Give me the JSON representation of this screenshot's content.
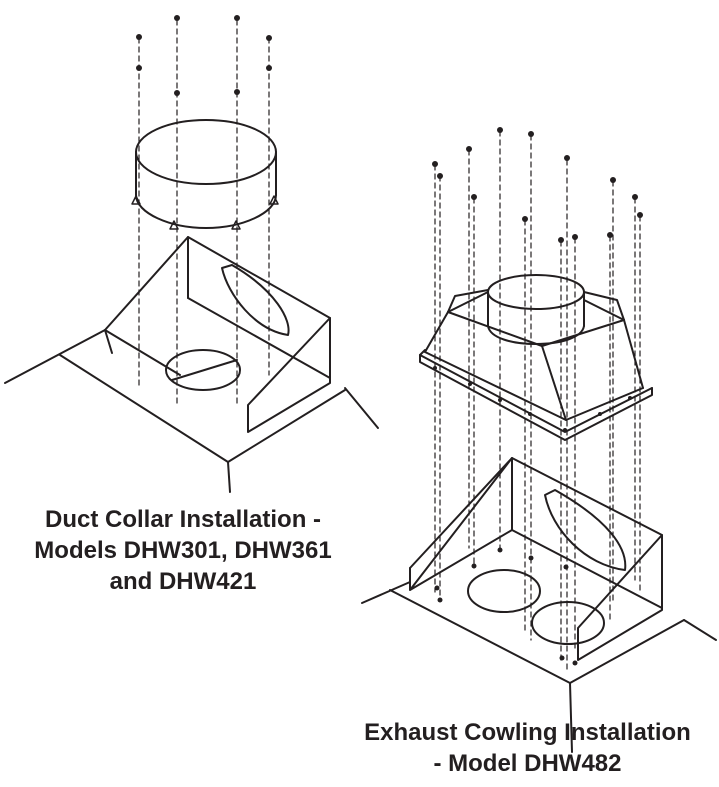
{
  "captions": {
    "left": {
      "line1": "Duct Collar Installation -",
      "line2": "Models DHW301, DHW361",
      "line3": "and DHW421"
    },
    "right": {
      "line1": "Exhaust Cowling Installation",
      "line2": "- Model DHW482"
    }
  },
  "colors": {
    "ink": "#231f20",
    "paper": "#ffffff"
  }
}
